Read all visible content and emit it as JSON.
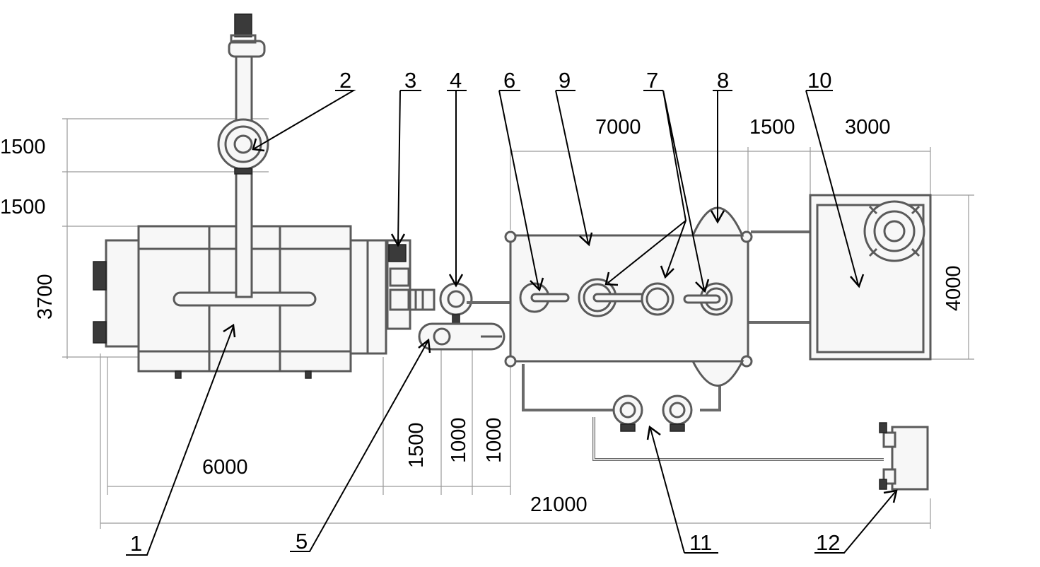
{
  "labels": {
    "l1": "1",
    "l2": "2",
    "l3": "3",
    "l4": "4",
    "l5": "5",
    "l6": "6",
    "l7": "7",
    "l8": "8",
    "l9": "9",
    "l10": "10",
    "l11": "11",
    "l12": "12"
  },
  "dimensions": {
    "d_left_1500_top": "1500",
    "d_left_1500_mid": "1500",
    "d_left_3700": "3700",
    "d_top_7000": "7000",
    "d_top_1500": "1500",
    "d_top_3000": "3000",
    "d_right_4000": "4000",
    "d_bottom_6000": "6000",
    "d_bottom_21000": "21000",
    "d_vert_1500": "1500",
    "d_vert_1000_a": "1000",
    "d_vert_1000_b": "1000"
  }
}
